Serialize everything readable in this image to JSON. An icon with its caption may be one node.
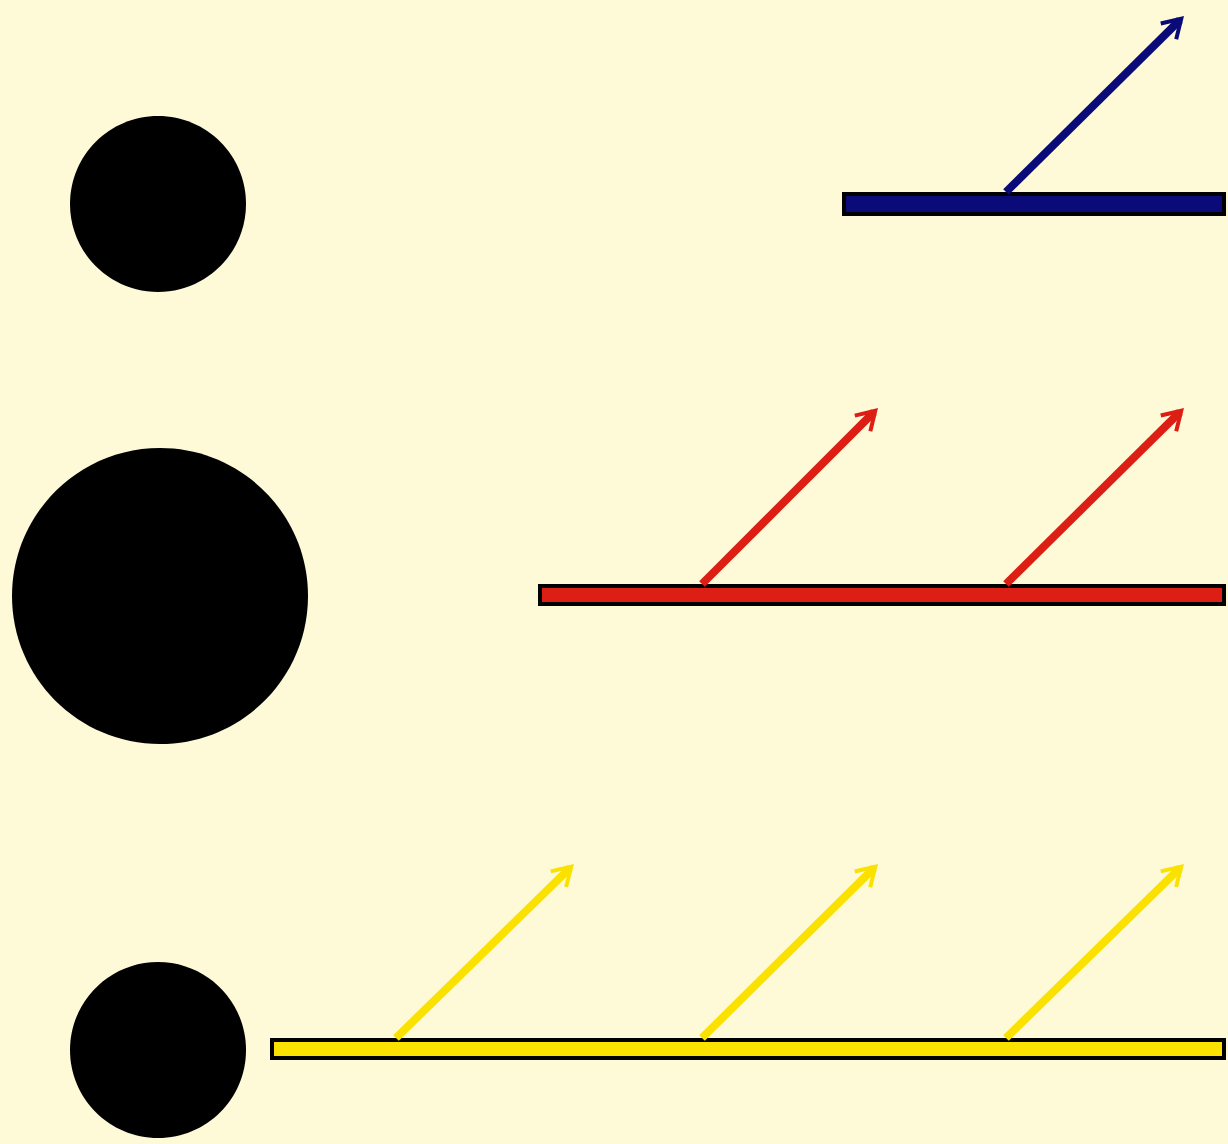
{
  "diagram": {
    "nodes": [
      {
        "text": [],
        "shape": "circle"
      },
      {
        "text": [],
        "shape": "circle"
      },
      {
        "text": [],
        "shape": "circle"
      },
      {
        "text": [],
        "shape": "bar"
      },
      {
        "text": [],
        "shape": "bar"
      },
      {
        "text": [],
        "shape": "bar"
      }
    ],
    "edges": [
      {
        "from": 3,
        "to": null,
        "arrow": "to",
        "color": "#0a0a78"
      },
      {
        "from": 4,
        "to": null,
        "arrow": "to",
        "color": "#dc1e14"
      },
      {
        "from": 4,
        "to": null,
        "arrow": "to",
        "color": "#dc1e14"
      },
      {
        "from": 5,
        "to": null,
        "arrow": "to",
        "color": "#fae100"
      },
      {
        "from": 5,
        "to": null,
        "arrow": "to",
        "color": "#fae100"
      },
      {
        "from": 5,
        "to": null,
        "arrow": "to",
        "color": "#fae100"
      }
    ]
  }
}
